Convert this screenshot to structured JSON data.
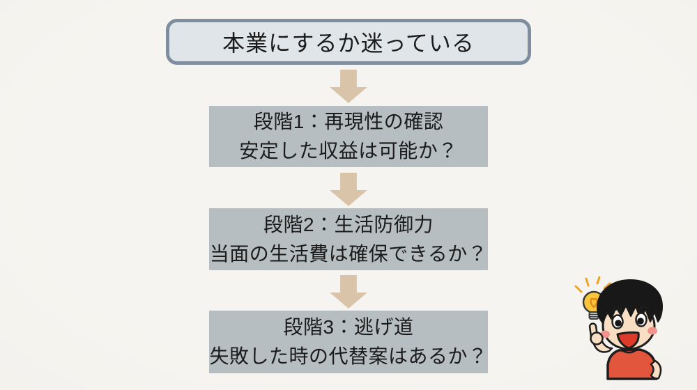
{
  "diagram": {
    "title": "本業にするか迷っている",
    "stages": [
      {
        "heading": "段階1：再現性の確認",
        "question": "安定した収益は可能か？"
      },
      {
        "heading": "段階2：生活防御力",
        "question": "当面の生活費は確保できるか？"
      },
      {
        "heading": "段階3：逃げ道",
        "question": "失敗した時の代替案はあるか？"
      }
    ]
  },
  "colors": {
    "background": "#f4f2ed",
    "title-fill": "#e0e5ea",
    "title-border": "#7e8e9e",
    "stage-fill": "#b7bec2",
    "arrow": "#d9c3a9",
    "text": "#1b1b1b",
    "mascot-shirt": "#e2563e",
    "mascot-bulb": "#f9c73c"
  }
}
